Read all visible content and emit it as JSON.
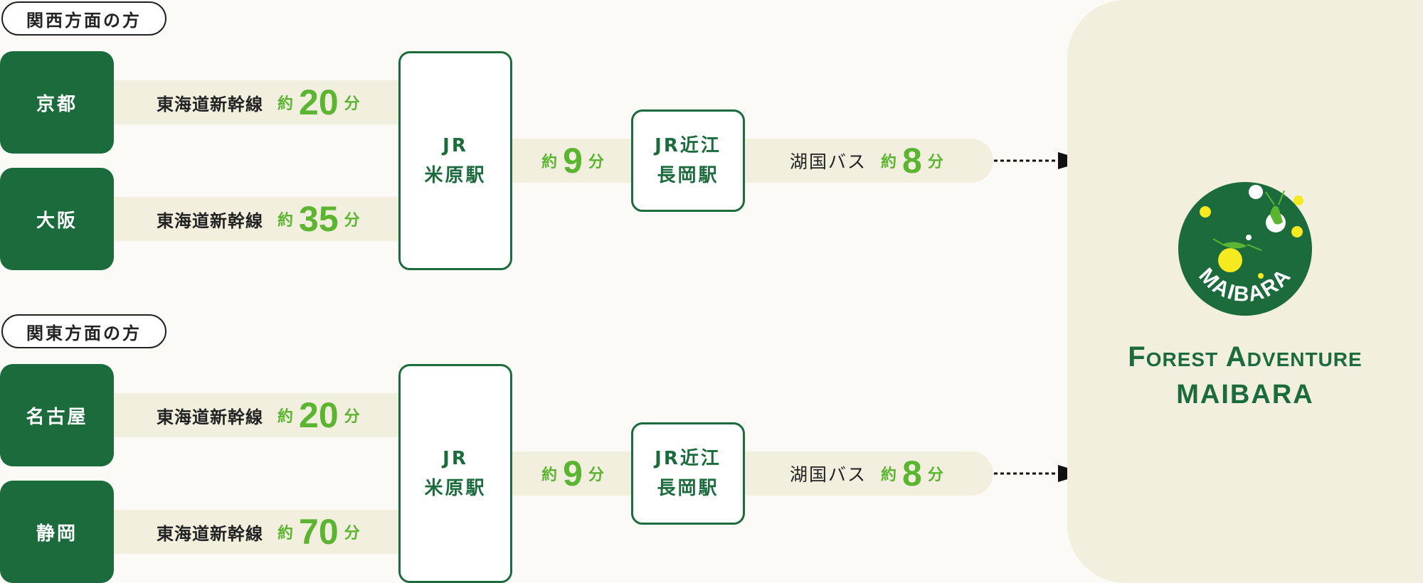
{
  "sections": [
    {
      "header": "関西方面の方",
      "origins": [
        {
          "name": "京都",
          "line": "東海道新幹線",
          "approx": "約",
          "minutes": "20",
          "unit": "分"
        },
        {
          "name": "大阪",
          "line": "東海道新幹線",
          "approx": "約",
          "minutes": "35",
          "unit": "分"
        }
      ],
      "hub": {
        "line1": "JR",
        "line2": "米原駅"
      },
      "transfer": {
        "approx": "約",
        "minutes": "9",
        "unit": "分"
      },
      "station2": {
        "line1": "JR近江",
        "line2": "長岡駅"
      },
      "bus": {
        "name": "湖国バス",
        "approx": "約",
        "minutes": "8",
        "unit": "分"
      }
    },
    {
      "header": "関東方面の方",
      "origins": [
        {
          "name": "名古屋",
          "line": "東海道新幹線",
          "approx": "約",
          "minutes": "20",
          "unit": "分"
        },
        {
          "name": "静岡",
          "line": "東海道新幹線",
          "approx": "約",
          "minutes": "70",
          "unit": "分"
        }
      ],
      "hub": {
        "line1": "JR",
        "line2": "米原駅"
      },
      "transfer": {
        "approx": "約",
        "minutes": "9",
        "unit": "分"
      },
      "station2": {
        "line1": "JR近江",
        "line2": "長岡駅"
      },
      "bus": {
        "name": "湖国バス",
        "approx": "約",
        "minutes": "8",
        "unit": "分"
      }
    }
  ],
  "destination": {
    "logo_text": "MAIBARA",
    "title_line1": "Forest Adventure",
    "title_line2": "MAIBARA"
  },
  "colors": {
    "dark_green": "#1b6b3c",
    "light_green": "#5cb531",
    "band": "#f2efdf",
    "yellow": "#f4ea1f"
  }
}
